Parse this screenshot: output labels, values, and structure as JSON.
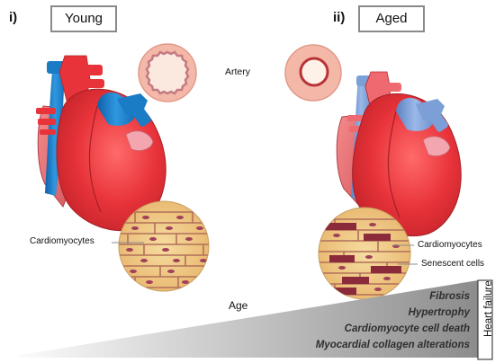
{
  "panels": [
    {
      "numeral": "i)",
      "title": "Young"
    },
    {
      "numeral": "ii)",
      "title": "Aged"
    }
  ],
  "labels": {
    "artery": "Artery",
    "young_cells": "Cardiomyocytes",
    "aged_cells": "Cardiomyocytes",
    "senescent": "Senescent cells",
    "age": "Age",
    "heart_failure": "Heart failure"
  },
  "age_effects": [
    "Fibrosis",
    "Hypertrophy",
    "Cardiomyocyte cell death",
    "Myocardial collagen alterations"
  ],
  "colors": {
    "heart_red": "#e8333a",
    "vessel_blue": "#1a7cc4",
    "aged_vessel_blue": "#7b9fd6",
    "tissue_bg": "#f2cd8a",
    "artery_wall": "#f4b8a8"
  }
}
